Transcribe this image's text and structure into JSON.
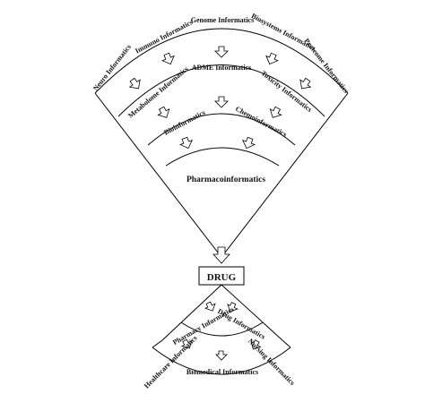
{
  "diagram": {
    "outer_ring": {
      "items": [
        "Neuro Informatics",
        "Immuno Informatics",
        "Genome Informatics",
        "Biosystems Informatics",
        "Proteome Informatics"
      ]
    },
    "middle_ring": {
      "items": [
        "Metabolome Informatics",
        "ADME Informatics",
        "Toxicity Informatics"
      ]
    },
    "inner_ring": {
      "items": [
        "Bioinformatics",
        "Chemoinformatics"
      ]
    },
    "core": "Pharmacoinformatics",
    "drug": "DRUG",
    "lower_fan": {
      "inner_items": [
        "Pharmacy Informatics",
        "Drug Informatics"
      ],
      "outer_items": [
        "Healthcare Informatics",
        "Biomedical Informatics",
        "Nursing Informatics"
      ]
    }
  }
}
